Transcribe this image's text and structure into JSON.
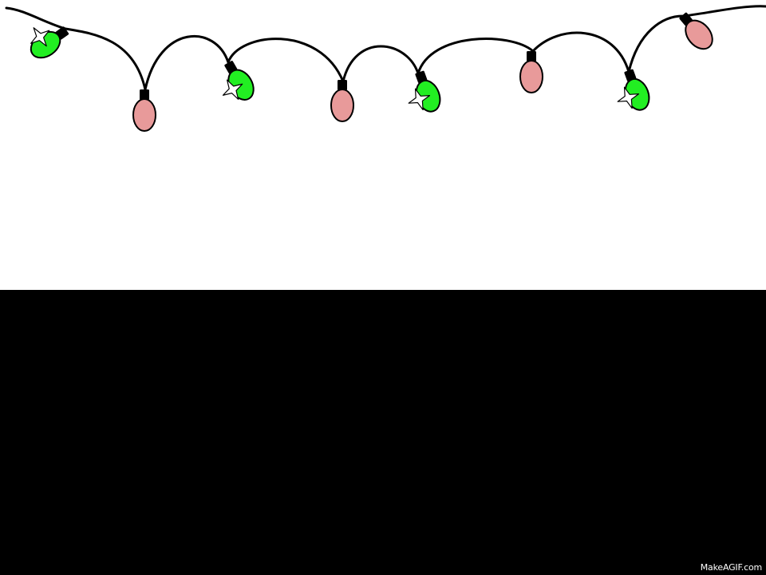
{
  "scene": {
    "background_color": "#ffffff",
    "panel_color": "#000000",
    "wire_color": "#000000",
    "socket_color": "#000000",
    "sparkle_color": "#ffffff",
    "bulb_colors": {
      "green": "#22ee22",
      "pink": "#e89a9a"
    },
    "bulbs": [
      {
        "color": "green",
        "sparkle": true
      },
      {
        "color": "pink",
        "sparkle": false
      },
      {
        "color": "green",
        "sparkle": true
      },
      {
        "color": "pink",
        "sparkle": false
      },
      {
        "color": "green",
        "sparkle": true
      },
      {
        "color": "pink",
        "sparkle": false
      },
      {
        "color": "green",
        "sparkle": true
      },
      {
        "color": "pink",
        "sparkle": false
      }
    ]
  },
  "watermark": {
    "text": "MakeAGIF.com"
  }
}
